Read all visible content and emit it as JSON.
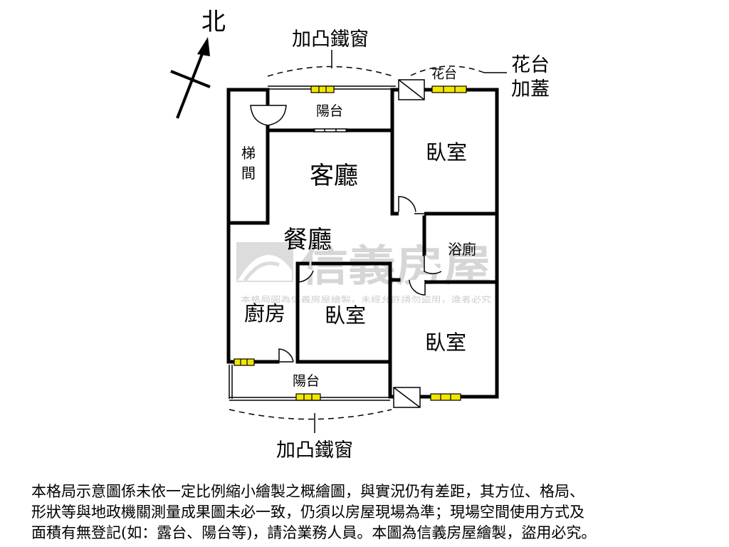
{
  "compass": {
    "label": "北"
  },
  "annotations": {
    "top_bay_window": "加凸鐵窗",
    "bottom_bay_window": "加凸鐵窗",
    "flower_stand": "花台",
    "flower_stand_cover_line1": "花台",
    "flower_stand_cover_line2": "加蓋"
  },
  "rooms": {
    "balcony_top": "陽台",
    "stairwell_1": "梯",
    "stairwell_2": "間",
    "living_room": "客廳",
    "dining_room": "餐廳",
    "bedroom_ne": "臥室",
    "bathroom": "浴廁",
    "kitchen": "廚房",
    "bedroom_center": "臥室",
    "bedroom_se": "臥室",
    "balcony_bottom": "陽台"
  },
  "watermark": {
    "brand": "信義房屋",
    "notice": "本格局圖為信義房屋繪製，未經允許請勿盜用，違者必究"
  },
  "disclaimer": {
    "line1": "本格局示意圖係未依一定比例縮小繪製之概繪圖，與實況仍有差距，其方位、格局、",
    "line2": "形狀等與地政機關測量成果圖未必一致，仍須以房屋現場為準；現場空間使用方式及",
    "line3": "面積有無登記(如：露台、陽台等)，請洽業務人員。本圖為信義房屋繪製，盜用必究。"
  },
  "colors": {
    "wall": "#000000",
    "window_fill": "#f2e600",
    "watermark": "#d2d2d2"
  }
}
